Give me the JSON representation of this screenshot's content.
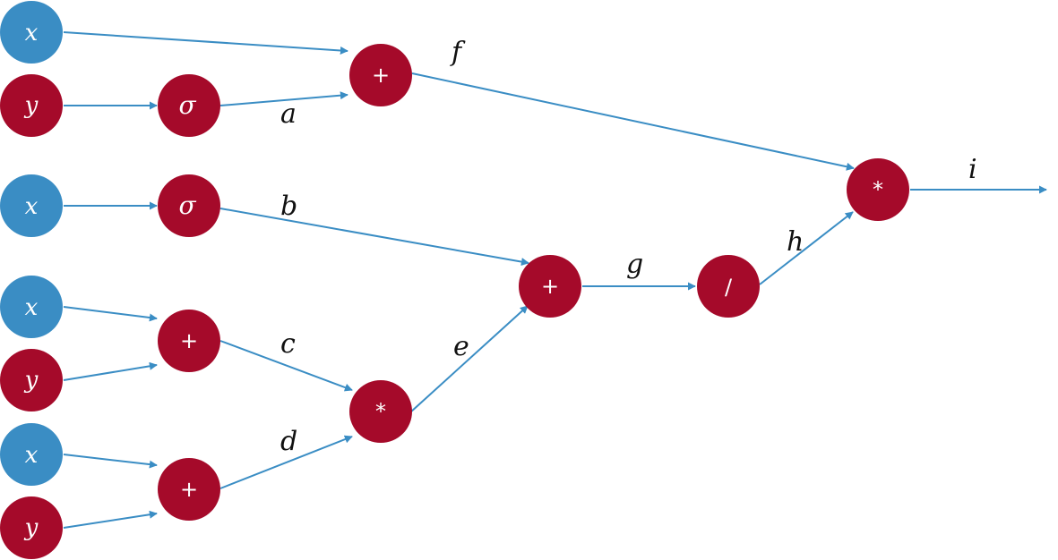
{
  "colors": {
    "input_node": "#3a8dc4",
    "operation_node": "#a50a2a",
    "edge": "#3a8dc4",
    "edge_label": "#111111"
  },
  "nodes": {
    "x1": "x",
    "y1": "y",
    "sigma1": "σ",
    "plus1": "+",
    "x2": "x",
    "sigma2": "σ",
    "x3": "x",
    "y3": "y",
    "plus3": "+",
    "x4": "x",
    "y4": "y",
    "plus4": "+",
    "mul1": "*",
    "plus2": "+",
    "div": "/",
    "mul2": "*"
  },
  "edge_labels": {
    "a": "a",
    "b": "b",
    "c": "c",
    "d": "d",
    "e": "e",
    "f": "f",
    "g": "g",
    "h": "h",
    "i": "i"
  }
}
